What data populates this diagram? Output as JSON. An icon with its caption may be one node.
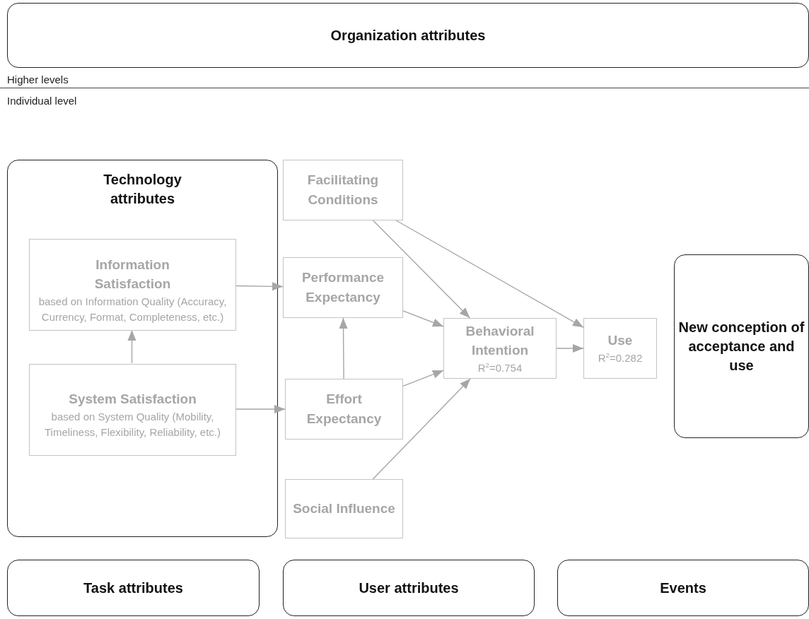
{
  "diagram": {
    "nodes": [
      {
        "text": [
          "Organization attributes"
        ]
      },
      {
        "text": [
          "Technology attributes"
        ]
      },
      {
        "text": [
          "Information Satisfaction",
          "based on Information Quality (Accuracy, Currency, Format, Completeness, etc.)"
        ],
        "in": 1
      },
      {
        "text": [
          "System Satisfaction",
          "based on System Quality (Mobility, Timeliness, Flexibility, Reliability, etc.)"
        ],
        "in": 1
      },
      {
        "text": [
          "Facilitating Conditions"
        ]
      },
      {
        "text": [
          "Performance Expectancy"
        ]
      },
      {
        "text": [
          "Effort Expectancy"
        ]
      },
      {
        "text": [
          "Social Influence"
        ]
      },
      {
        "text": [
          "Behavioral Intention",
          "R$^{2}$=0.754"
        ]
      },
      {
        "text": [
          "Use",
          "R$^{2}$=0.282"
        ]
      },
      {
        "text": [
          "New conception of acceptance and use"
        ]
      },
      {
        "text": [
          "Task attributes"
        ]
      },
      {
        "text": [
          "User attributes"
        ]
      },
      {
        "text": [
          "Events"
        ]
      }
    ],
    "edges": [
      {
        "from": 2,
        "to": 5,
        "arrow": "to"
      },
      {
        "from": 3,
        "to": 2,
        "arrow": "to"
      },
      {
        "from": 3,
        "to": 6,
        "arrow": "to"
      },
      {
        "from": 6,
        "to": 5,
        "arrow": "to"
      },
      {
        "from": 4,
        "to": 8,
        "arrow": "to"
      },
      {
        "from": 4,
        "to": 9,
        "arrow": "to"
      },
      {
        "from": 5,
        "to": 8,
        "arrow": "to"
      },
      {
        "from": 6,
        "to": 8,
        "arrow": "to"
      },
      {
        "from": 7,
        "to": 8,
        "arrow": "to"
      },
      {
        "from": 8,
        "to": 9,
        "arrow": "to"
      }
    ],
    "labels": [
      "Higher levels",
      "Individual level"
    ]
  }
}
